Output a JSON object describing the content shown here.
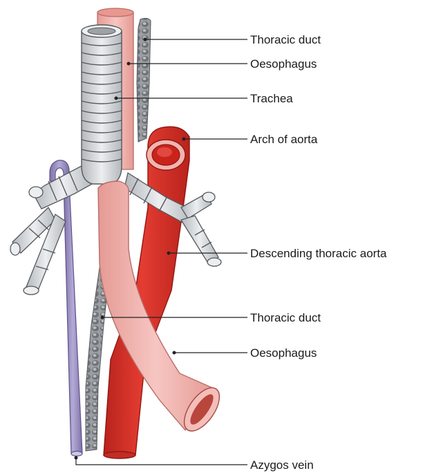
{
  "labels": {
    "thoracic_duct_top": "Thoracic duct",
    "oesophagus_top": "Oesophagus",
    "trachea": "Trachea",
    "arch_of_aorta": "Arch of aorta",
    "descending_thoracic_aorta": "Descending thoracic aorta",
    "thoracic_duct_bottom": "Thoracic duct",
    "oesophagus_bottom": "Oesophagus",
    "azygos_vein": "Azygos vein"
  },
  "colors": {
    "aorta": "#d9322a",
    "aorta_dark": "#a81d17",
    "oesophagus": "#f0b1ad",
    "oesophagus_dark": "#e08c86",
    "trachea": "#c9ccd0",
    "trachea_light": "#e9ebed",
    "azygos": "#9a8fc0",
    "thoracic_duct": "#8d9094"
  }
}
